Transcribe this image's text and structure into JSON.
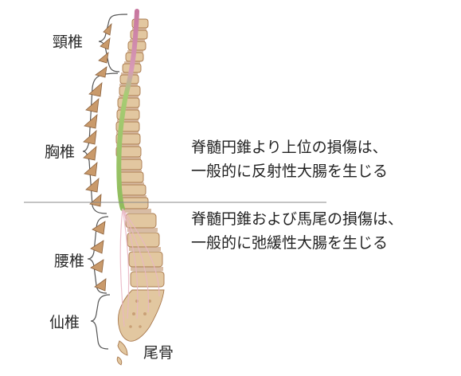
{
  "regions": {
    "cervical": "頸椎",
    "thoracic": "胸椎",
    "lumbar": "腰椎",
    "sacral": "仙椎",
    "coccyx": "尾骨"
  },
  "notes": {
    "upper": {
      "line1": "脊髄円錐より上位の損傷は、",
      "line2": "一般的に反射性大腸を生じる"
    },
    "lower": {
      "line1": "脊髄円錐および馬尾の損傷は、",
      "line2": "一般的に弛緩性大腸を生じる"
    }
  },
  "colors": {
    "bone": "#e2c7a0",
    "bone_dark": "#b9875b",
    "spinal_cord_cervical": "#c8779f",
    "spinal_cord_thoracic": "#9cc46a",
    "cauda_equina": "#e9b7c5",
    "divider": "#8a8a8a"
  }
}
